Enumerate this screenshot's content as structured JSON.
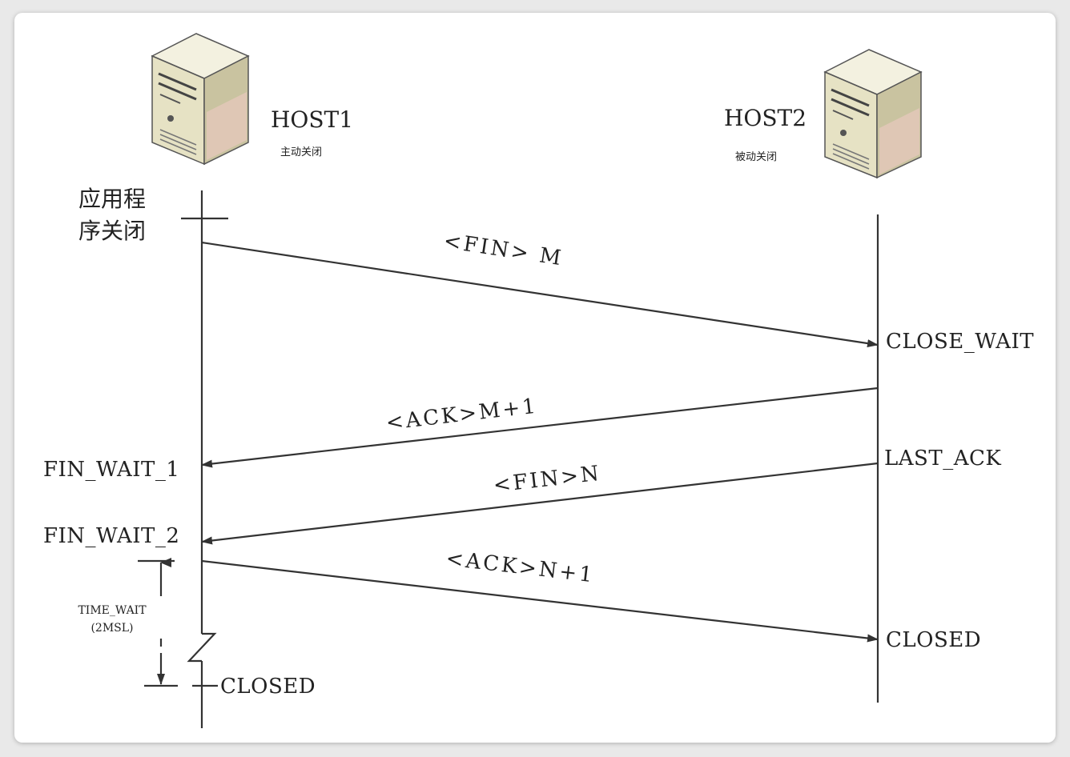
{
  "hosts": {
    "host1": {
      "name": "HOST1",
      "role": "主动关闭"
    },
    "host2": {
      "name": "HOST2",
      "role": "被动关闭"
    }
  },
  "app_close": {
    "line1": "应用程",
    "line2": "序关闭"
  },
  "messages": {
    "fin_m": "<FIN> M",
    "ack_m1": "<ACK>M+1",
    "fin_n": "<FIN>N",
    "ack_n1": "<ACK>N+1"
  },
  "host1_states": {
    "fin_wait_1": "FIN_WAIT_1",
    "fin_wait_2": "FIN_WAIT_2",
    "closed": "CLOSED"
  },
  "host2_states": {
    "close_wait": "CLOSE_WAIT",
    "last_ack": "LAST_ACK",
    "closed": "CLOSED"
  },
  "time_wait": {
    "line1": "TIME_WAIT",
    "line2": "(2MSL)"
  },
  "colors": {
    "server_front": "#e6e2c4",
    "server_side": "#c9c3a0",
    "server_top": "#f3f1e0",
    "server_accent": "#e8c9bd",
    "line": "#333333"
  }
}
